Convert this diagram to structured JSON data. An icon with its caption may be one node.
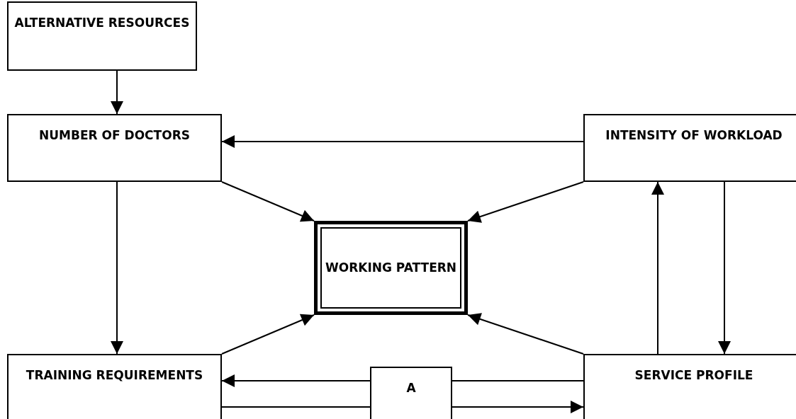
{
  "diagram": {
    "nodes": [
      {
        "text": [
          "ALTERNATIVE RESOURCES"
        ]
      },
      {
        "text": [
          "NUMBER OF DOCTORS"
        ]
      },
      {
        "text": [
          "INTENSITY OF WORKLOAD"
        ]
      },
      {
        "text": [
          "WORKING PATTERN"
        ]
      },
      {
        "text": [
          "TRAINING REQUIREMENTS"
        ]
      },
      {
        "text": [
          "A"
        ]
      },
      {
        "text": [
          "SERVICE PROFILE"
        ]
      }
    ],
    "edges": [
      {
        "from": 0,
        "to": 1,
        "arrow": "to"
      },
      {
        "from": 2,
        "to": 1,
        "arrow": "to"
      },
      {
        "from": 1,
        "to": 3,
        "arrow": "to"
      },
      {
        "from": 2,
        "to": 3,
        "arrow": "to"
      },
      {
        "from": 1,
        "to": 4,
        "arrow": "to"
      },
      {
        "from": 4,
        "to": 3,
        "arrow": "to"
      },
      {
        "from": 6,
        "to": 3,
        "arrow": "to"
      },
      {
        "from": 6,
        "to": 2,
        "arrow": "to"
      },
      {
        "from": 2,
        "to": 6,
        "arrow": "to"
      },
      {
        "from": 6,
        "to": 5,
        "arrow": "none"
      },
      {
        "from": 5,
        "to": 4,
        "arrow": "to"
      },
      {
        "from": 4,
        "to": 5,
        "arrow": "none"
      },
      {
        "from": 5,
        "to": 6,
        "arrow": "to"
      }
    ]
  }
}
